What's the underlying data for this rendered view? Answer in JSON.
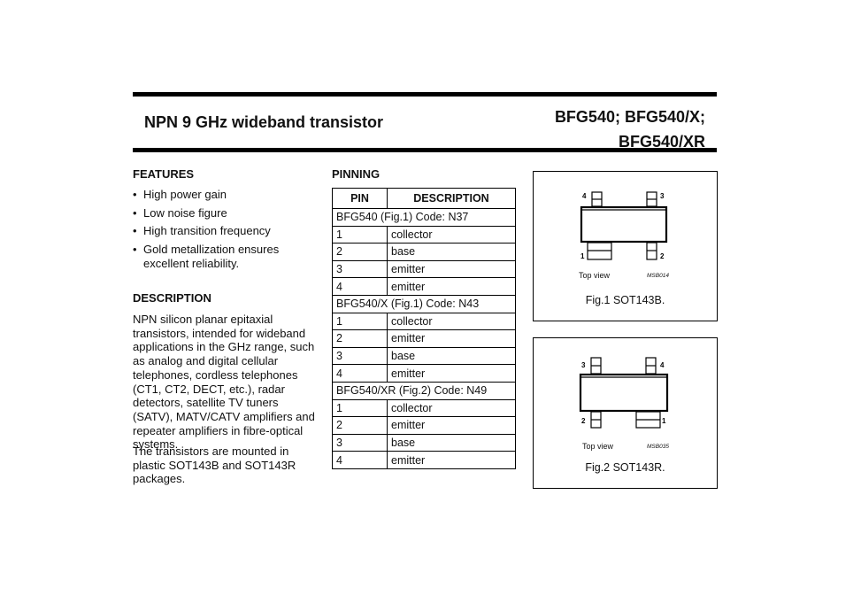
{
  "header": {
    "title": "NPN 9 GHz wideband transistor",
    "part_line1": "BFG540; BFG540/X;",
    "part_line2": "BFG540/XR"
  },
  "features": {
    "heading": "FEATURES",
    "items": [
      "High power gain",
      "Low noise figure",
      "High transition frequency",
      "Gold metallization ensures excellent reliability."
    ]
  },
  "description": {
    "heading": "DESCRIPTION",
    "para1": "NPN silicon planar epitaxial transistors, intended for wideband applications in the GHz range, such as analog and digital cellular telephones, cordless telephones (CT1, CT2, DECT, etc.), radar detectors, satellite TV tuners (SATV), MATV/CATV amplifiers and repeater amplifiers in fibre-optical systems.",
    "para2": "The transistors are mounted in plastic SOT143B and SOT143R packages."
  },
  "pinning": {
    "heading": "PINNING",
    "col_pin": "PIN",
    "col_desc": "DESCRIPTION",
    "groups": [
      {
        "title": "BFG540 (Fig.1) Code: N37",
        "rows": [
          [
            "1",
            "collector"
          ],
          [
            "2",
            "base"
          ],
          [
            "3",
            "emitter"
          ],
          [
            "4",
            "emitter"
          ]
        ]
      },
      {
        "title": "BFG540/X (Fig.1) Code: N43",
        "rows": [
          [
            "1",
            "collector"
          ],
          [
            "2",
            "emitter"
          ],
          [
            "3",
            "base"
          ],
          [
            "4",
            "emitter"
          ]
        ]
      },
      {
        "title": "BFG540/XR (Fig.2) Code: N49",
        "rows": [
          [
            "1",
            "collector"
          ],
          [
            "2",
            "emitter"
          ],
          [
            "3",
            "base"
          ],
          [
            "4",
            "emitter"
          ]
        ]
      }
    ]
  },
  "fig1": {
    "pins": {
      "tl": "4",
      "tr": "3",
      "bl": "1",
      "br": "2"
    },
    "top_view": "Top view",
    "code": "MSB014",
    "caption": "Fig.1  SOT143B."
  },
  "fig2": {
    "pins": {
      "tl": "3",
      "tr": "4",
      "bl": "2",
      "br": "1"
    },
    "top_view": "Top view",
    "code": "MSB035",
    "caption": "Fig.2  SOT143R."
  }
}
